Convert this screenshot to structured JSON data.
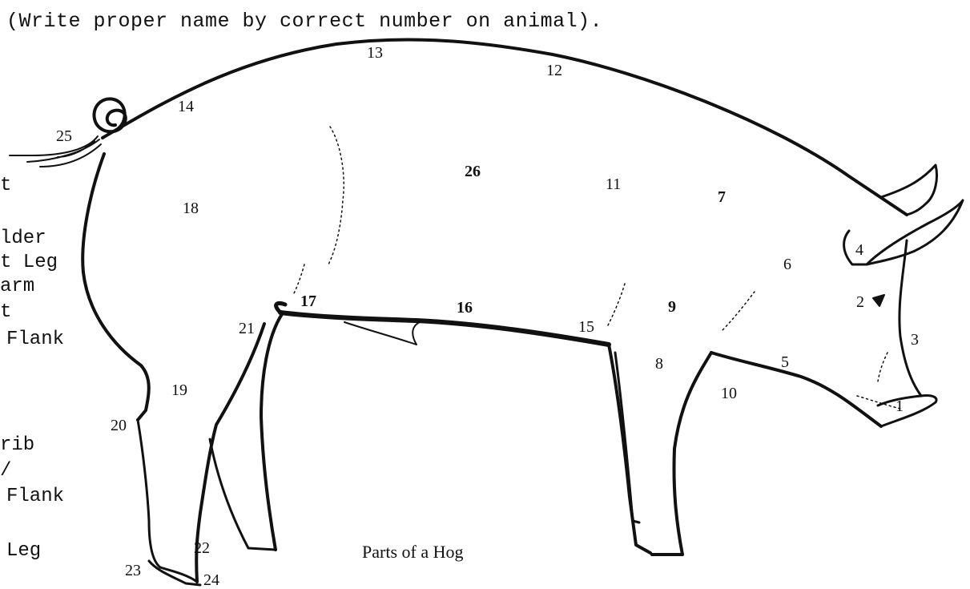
{
  "instruction": "(Write proper name by correct number on animal).",
  "side_terms": [
    "t",
    "lder",
    "t Leg",
    "arm",
    "t",
    "Flank",
    "rib",
    "/",
    "Flank",
    "Leg"
  ],
  "numbers": [
    "1",
    "2",
    "3",
    "4",
    "5",
    "6",
    "7",
    "8",
    "9",
    "10",
    "11",
    "12",
    "13",
    "14",
    "15",
    "16",
    "17",
    "18",
    "19",
    "20",
    "21",
    "22",
    "23",
    "24",
    "25",
    "26"
  ],
  "caption": "Parts of a Hog"
}
